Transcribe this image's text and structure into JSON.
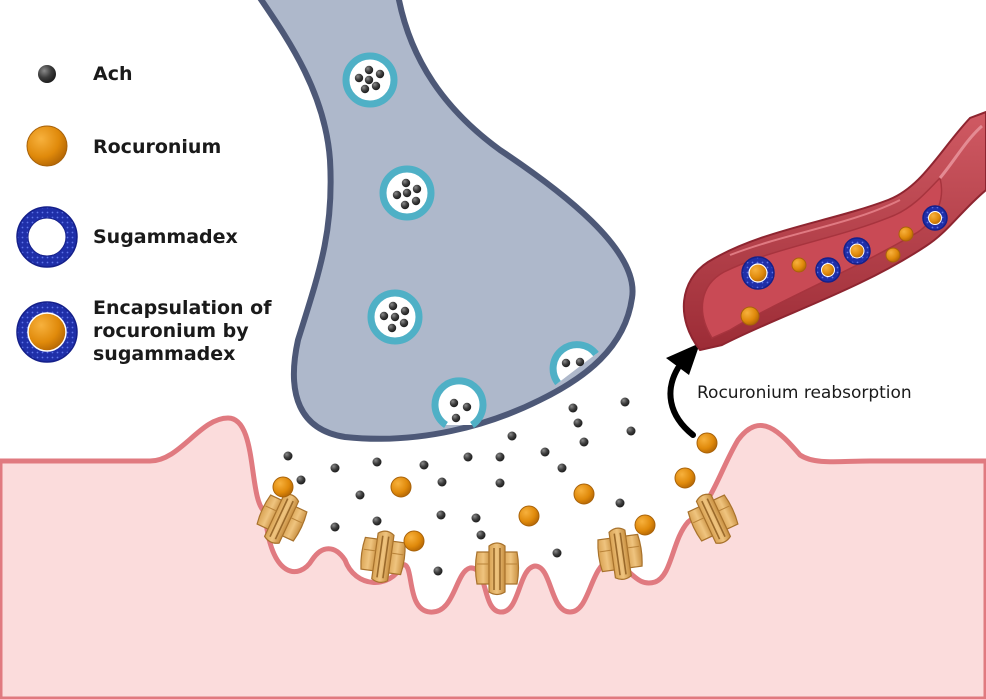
{
  "legend": {
    "ach_label": "Ach",
    "rocuronium_label": "Rocuronium",
    "sugammadex_label": "Sugammadex",
    "encapsulation_label_line1": "Encapsulation of",
    "encapsulation_label_line2": "rocuronium by",
    "encapsulation_label_line3": "sugammadex"
  },
  "annotations": {
    "reabsorption_label": "Rocuronium reabsorption"
  },
  "colors": {
    "ach": "#3d3d3d",
    "rocuronium": "#e08a0b",
    "sugammadex": "#1f2fa8",
    "nerve_terminal": "#aeb8cb",
    "nerve_outline": "#4d5877",
    "vesicle_ring": "#4fb0c6",
    "muscle_membrane": "#e07a80",
    "muscle_tissue": "#fbdcdc",
    "receptor": "#e6b466",
    "blood_vessel": "#b83a44"
  }
}
